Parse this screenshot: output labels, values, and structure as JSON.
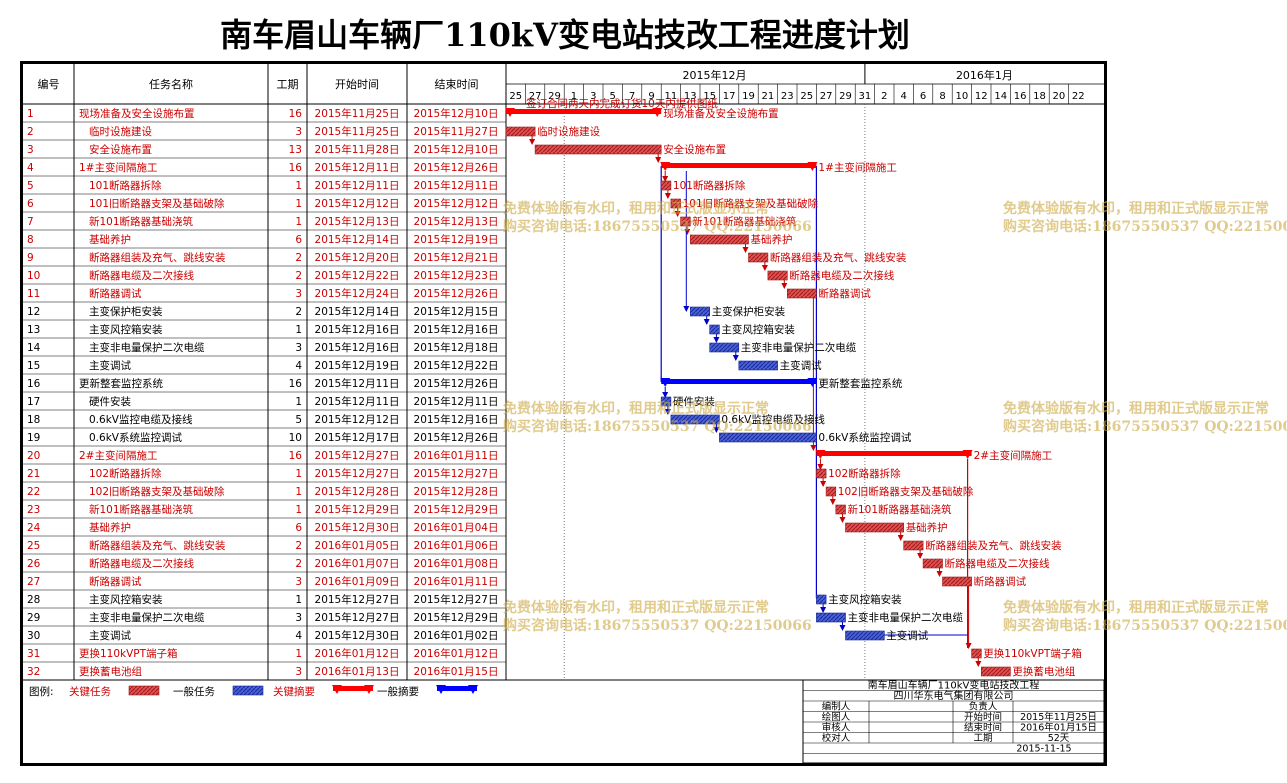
{
  "title": "南车眉山车辆厂110kV变电站技改工程进度计划",
  "table": {
    "headers": {
      "id": "编号",
      "name": "任务名称",
      "duration": "工期",
      "start": "开始时间",
      "end": "结束时间"
    },
    "months": [
      "2015年12月",
      "2016年1月"
    ],
    "day_ticks": [
      "25",
      "27",
      "29",
      "1",
      "3",
      "5",
      "7",
      "9",
      "11",
      "13",
      "15",
      "17",
      "19",
      "21",
      "23",
      "25",
      "27",
      "29",
      "31",
      "2",
      "4",
      "6",
      "8",
      "10",
      "12",
      "14",
      "16",
      "18",
      "20",
      "22"
    ]
  },
  "chart_data": {
    "type": "gantt",
    "title": "南车眉山车辆厂110kV变电站技改工程进度计划",
    "x_axis": {
      "start": "2015-11-25",
      "end": "2016-01-23",
      "unit": "day"
    },
    "tasks": [
      {
        "id": "1",
        "name": "现场准备及安全设施布置",
        "duration": "16",
        "start": "2015年11月25日",
        "end": "2015年12月10日",
        "s": "2015-11-25",
        "e": "2015-12-10",
        "kind": "key-summary",
        "label": "现场准备及安全设施布置",
        "indent": 0
      },
      {
        "id": "2",
        "name": "临时设施建设",
        "duration": "3",
        "start": "2015年11月25日",
        "end": "2015年11月27日",
        "s": "2015-11-25",
        "e": "2015-11-27",
        "kind": "key",
        "label": "临时设施建设",
        "indent": 1
      },
      {
        "id": "3",
        "name": "安全设施布置",
        "duration": "13",
        "start": "2015年11月28日",
        "end": "2015年12月10日",
        "s": "2015-11-28",
        "e": "2015-12-10",
        "kind": "key",
        "label": "安全设施布置",
        "indent": 1
      },
      {
        "id": "4",
        "name": "1#主变间隔施工",
        "duration": "16",
        "start": "2015年12月11日",
        "end": "2015年12月26日",
        "s": "2015-12-11",
        "e": "2015-12-26",
        "kind": "key-summary",
        "label": "1#主变间隔施工",
        "indent": 0
      },
      {
        "id": "5",
        "name": "101断路器拆除",
        "duration": "1",
        "start": "2015年12月11日",
        "end": "2015年12月11日",
        "s": "2015-12-11",
        "e": "2015-12-11",
        "kind": "key",
        "label": "101断路器拆除",
        "indent": 1
      },
      {
        "id": "6",
        "name": "101旧断路器支架及基础破除",
        "duration": "1",
        "start": "2015年12月12日",
        "end": "2015年12月12日",
        "s": "2015-12-12",
        "e": "2015-12-12",
        "kind": "key",
        "label": "101旧断路器支架及基础破除",
        "indent": 1
      },
      {
        "id": "7",
        "name": "新101断路器基础浇筑",
        "duration": "1",
        "start": "2015年12月13日",
        "end": "2015年12月13日",
        "s": "2015-12-13",
        "e": "2015-12-13",
        "kind": "key",
        "label": "新101断路器基础浇筑",
        "indent": 1
      },
      {
        "id": "8",
        "name": "基础养护",
        "duration": "6",
        "start": "2015年12月14日",
        "end": "2015年12月19日",
        "s": "2015-12-14",
        "e": "2015-12-19",
        "kind": "key",
        "label": "基础养护",
        "indent": 1
      },
      {
        "id": "9",
        "name": "断路器组装及充气、跳线安装",
        "duration": "2",
        "start": "2015年12月20日",
        "end": "2015年12月21日",
        "s": "2015-12-20",
        "e": "2015-12-21",
        "kind": "key",
        "label": "断路器组装及充气、跳线安装",
        "indent": 1
      },
      {
        "id": "10",
        "name": "断路器电缆及二次接线",
        "duration": "2",
        "start": "2015年12月22日",
        "end": "2015年12月23日",
        "s": "2015-12-22",
        "e": "2015-12-23",
        "kind": "key",
        "label": "断路器电缆及二次接线",
        "indent": 1
      },
      {
        "id": "11",
        "name": "断路器调试",
        "duration": "3",
        "start": "2015年12月24日",
        "end": "2015年12月26日",
        "s": "2015-12-24",
        "e": "2015-12-26",
        "kind": "key",
        "label": "断路器调试",
        "indent": 1
      },
      {
        "id": "12",
        "name": "主变保护柜安装",
        "duration": "2",
        "start": "2015年12月14日",
        "end": "2015年12月15日",
        "s": "2015-12-14",
        "e": "2015-12-15",
        "kind": "normal",
        "label": "主变保护柜安装",
        "indent": 1
      },
      {
        "id": "13",
        "name": "主变风控箱安装",
        "duration": "1",
        "start": "2015年12月16日",
        "end": "2015年12月16日",
        "s": "2015-12-16",
        "e": "2015-12-16",
        "kind": "normal",
        "label": "主变风控箱安装",
        "indent": 1
      },
      {
        "id": "14",
        "name": "主变非电量保护二次电缆",
        "duration": "3",
        "start": "2015年12月16日",
        "end": "2015年12月18日",
        "s": "2015-12-16",
        "e": "2015-12-18",
        "kind": "normal",
        "label": "主变非电量保护二次电缆",
        "indent": 1
      },
      {
        "id": "15",
        "name": "主变调试",
        "duration": "4",
        "start": "2015年12月19日",
        "end": "2015年12月22日",
        "s": "2015-12-19",
        "e": "2015-12-22",
        "kind": "normal",
        "label": "主变调试",
        "indent": 1
      },
      {
        "id": "16",
        "name": "更新整套监控系统",
        "duration": "16",
        "start": "2015年12月11日",
        "end": "2015年12月26日",
        "s": "2015-12-11",
        "e": "2015-12-26",
        "kind": "summary",
        "label": "更新整套监控系统",
        "indent": 0
      },
      {
        "id": "17",
        "name": "硬件安装",
        "duration": "1",
        "start": "2015年12月11日",
        "end": "2015年12月11日",
        "s": "2015-12-11",
        "e": "2015-12-11",
        "kind": "normal",
        "label": "硬件安装",
        "indent": 1
      },
      {
        "id": "18",
        "name": "0.6kV监控电缆及接线",
        "duration": "5",
        "start": "2015年12月12日",
        "end": "2015年12月16日",
        "s": "2015-12-12",
        "e": "2015-12-16",
        "kind": "normal",
        "label": "0.6kV监控电缆及接线",
        "indent": 1
      },
      {
        "id": "19",
        "name": "0.6kV系统监控调试",
        "duration": "10",
        "start": "2015年12月17日",
        "end": "2015年12月26日",
        "s": "2015-12-17",
        "e": "2015-12-26",
        "kind": "normal",
        "label": "0.6kV系统监控调试",
        "indent": 1
      },
      {
        "id": "20",
        "name": "2#主变间隔施工",
        "duration": "16",
        "start": "2015年12月27日",
        "end": "2016年01月11日",
        "s": "2015-12-27",
        "e": "2016-01-11",
        "kind": "key-summary",
        "label": "2#主变间隔施工",
        "indent": 0
      },
      {
        "id": "21",
        "name": "102断路器拆除",
        "duration": "1",
        "start": "2015年12月27日",
        "end": "2015年12月27日",
        "s": "2015-12-27",
        "e": "2015-12-27",
        "kind": "key",
        "label": "102断路器拆除",
        "indent": 1
      },
      {
        "id": "22",
        "name": "102旧断路器支架及基础破除",
        "duration": "1",
        "start": "2015年12月28日",
        "end": "2015年12月28日",
        "s": "2015-12-28",
        "e": "2015-12-28",
        "kind": "key",
        "label": "102旧断路器支架及基础破除",
        "indent": 1
      },
      {
        "id": "23",
        "name": "新101断路器基础浇筑",
        "duration": "1",
        "start": "2015年12月29日",
        "end": "2015年12月29日",
        "s": "2015-12-29",
        "e": "2015-12-29",
        "kind": "key",
        "label": "新101断路器基础浇筑",
        "indent": 1
      },
      {
        "id": "24",
        "name": "基础养护",
        "duration": "6",
        "start": "2015年12月30日",
        "end": "2016年01月04日",
        "s": "2015-12-30",
        "e": "2016-01-04",
        "kind": "key",
        "label": "基础养护",
        "indent": 1
      },
      {
        "id": "25",
        "name": "断路器组装及充气、跳线安装",
        "duration": "2",
        "start": "2016年01月05日",
        "end": "2016年01月06日",
        "s": "2016-01-05",
        "e": "2016-01-06",
        "kind": "key",
        "label": "断路器组装及充气、跳线安装",
        "indent": 1
      },
      {
        "id": "26",
        "name": "断路器电缆及二次接线",
        "duration": "2",
        "start": "2016年01月07日",
        "end": "2016年01月08日",
        "s": "2016-01-07",
        "e": "2016-01-08",
        "kind": "key",
        "label": "断路器电缆及二次接线",
        "indent": 1
      },
      {
        "id": "27",
        "name": "断路器调试",
        "duration": "3",
        "start": "2016年01月09日",
        "end": "2016年01月11日",
        "s": "2016-01-09",
        "e": "2016-01-11",
        "kind": "key",
        "label": "断路器调试",
        "indent": 1
      },
      {
        "id": "28",
        "name": "主变风控箱安装",
        "duration": "1",
        "start": "2015年12月27日",
        "end": "2015年12月27日",
        "s": "2015-12-27",
        "e": "2015-12-27",
        "kind": "normal",
        "label": "主变风控箱安装",
        "indent": 1
      },
      {
        "id": "29",
        "name": "主变非电量保护二次电缆",
        "duration": "3",
        "start": "2015年12月27日",
        "end": "2015年12月29日",
        "s": "2015-12-27",
        "e": "2015-12-29",
        "kind": "normal",
        "label": "主变非电量保护二次电缆",
        "indent": 1
      },
      {
        "id": "30",
        "name": "主变调试",
        "duration": "4",
        "start": "2015年12月30日",
        "end": "2016年01月02日",
        "s": "2015-12-30",
        "e": "2016-01-02",
        "kind": "normal",
        "label": "主变调试",
        "indent": 1
      },
      {
        "id": "31",
        "name": "更换110kVPT端子箱",
        "duration": "1",
        "start": "2016年01月12日",
        "end": "2016年01月12日",
        "s": "2016-01-12",
        "e": "2016-01-12",
        "kind": "key",
        "label": "更换110kVPT端子箱",
        "indent": 0
      },
      {
        "id": "32",
        "name": "更换蓄电池组",
        "duration": "3",
        "start": "2016年01月13日",
        "end": "2016年01月15日",
        "s": "2016-01-13",
        "e": "2016-01-15",
        "kind": "key",
        "label": "更换蓄电池组",
        "indent": 0
      }
    ],
    "annotation": "签订合同两天内完成订货10天内提供图纸",
    "colors": {
      "key": "#e05050",
      "normal": "#4b5fd6",
      "key_summary": "#ff0000",
      "summary": "#0000ff",
      "key_text": "#cc0000",
      "grid": "#7f7f7f"
    }
  },
  "legend": {
    "label": "图例:",
    "items": [
      {
        "text": "关键任务",
        "kind": "key"
      },
      {
        "text": "一般任务",
        "kind": "normal"
      },
      {
        "text": "关键摘要",
        "kind": "key-summary"
      },
      {
        "text": "一般摘要",
        "kind": "summary"
      }
    ]
  },
  "title_block": {
    "project": "南车眉山车辆厂110kV变电站技改工程",
    "company": "四川华东电气集团有限公司",
    "rows": [
      {
        "l": "编制人",
        "r": "负责人",
        "v": ""
      },
      {
        "l": "绘图人",
        "r": "开始时间",
        "v": "2015年11月25日"
      },
      {
        "l": "审核人",
        "r": "结束时间",
        "v": "2016年01月15日"
      },
      {
        "l": "校对人",
        "r": "工期",
        "v": "52天"
      }
    ],
    "date": "2015-11-15"
  },
  "watermarks": [
    "免费体验版有水印，租用和正式版显示正常",
    "购买咨询电话:18675550537 QQ:22150066"
  ]
}
